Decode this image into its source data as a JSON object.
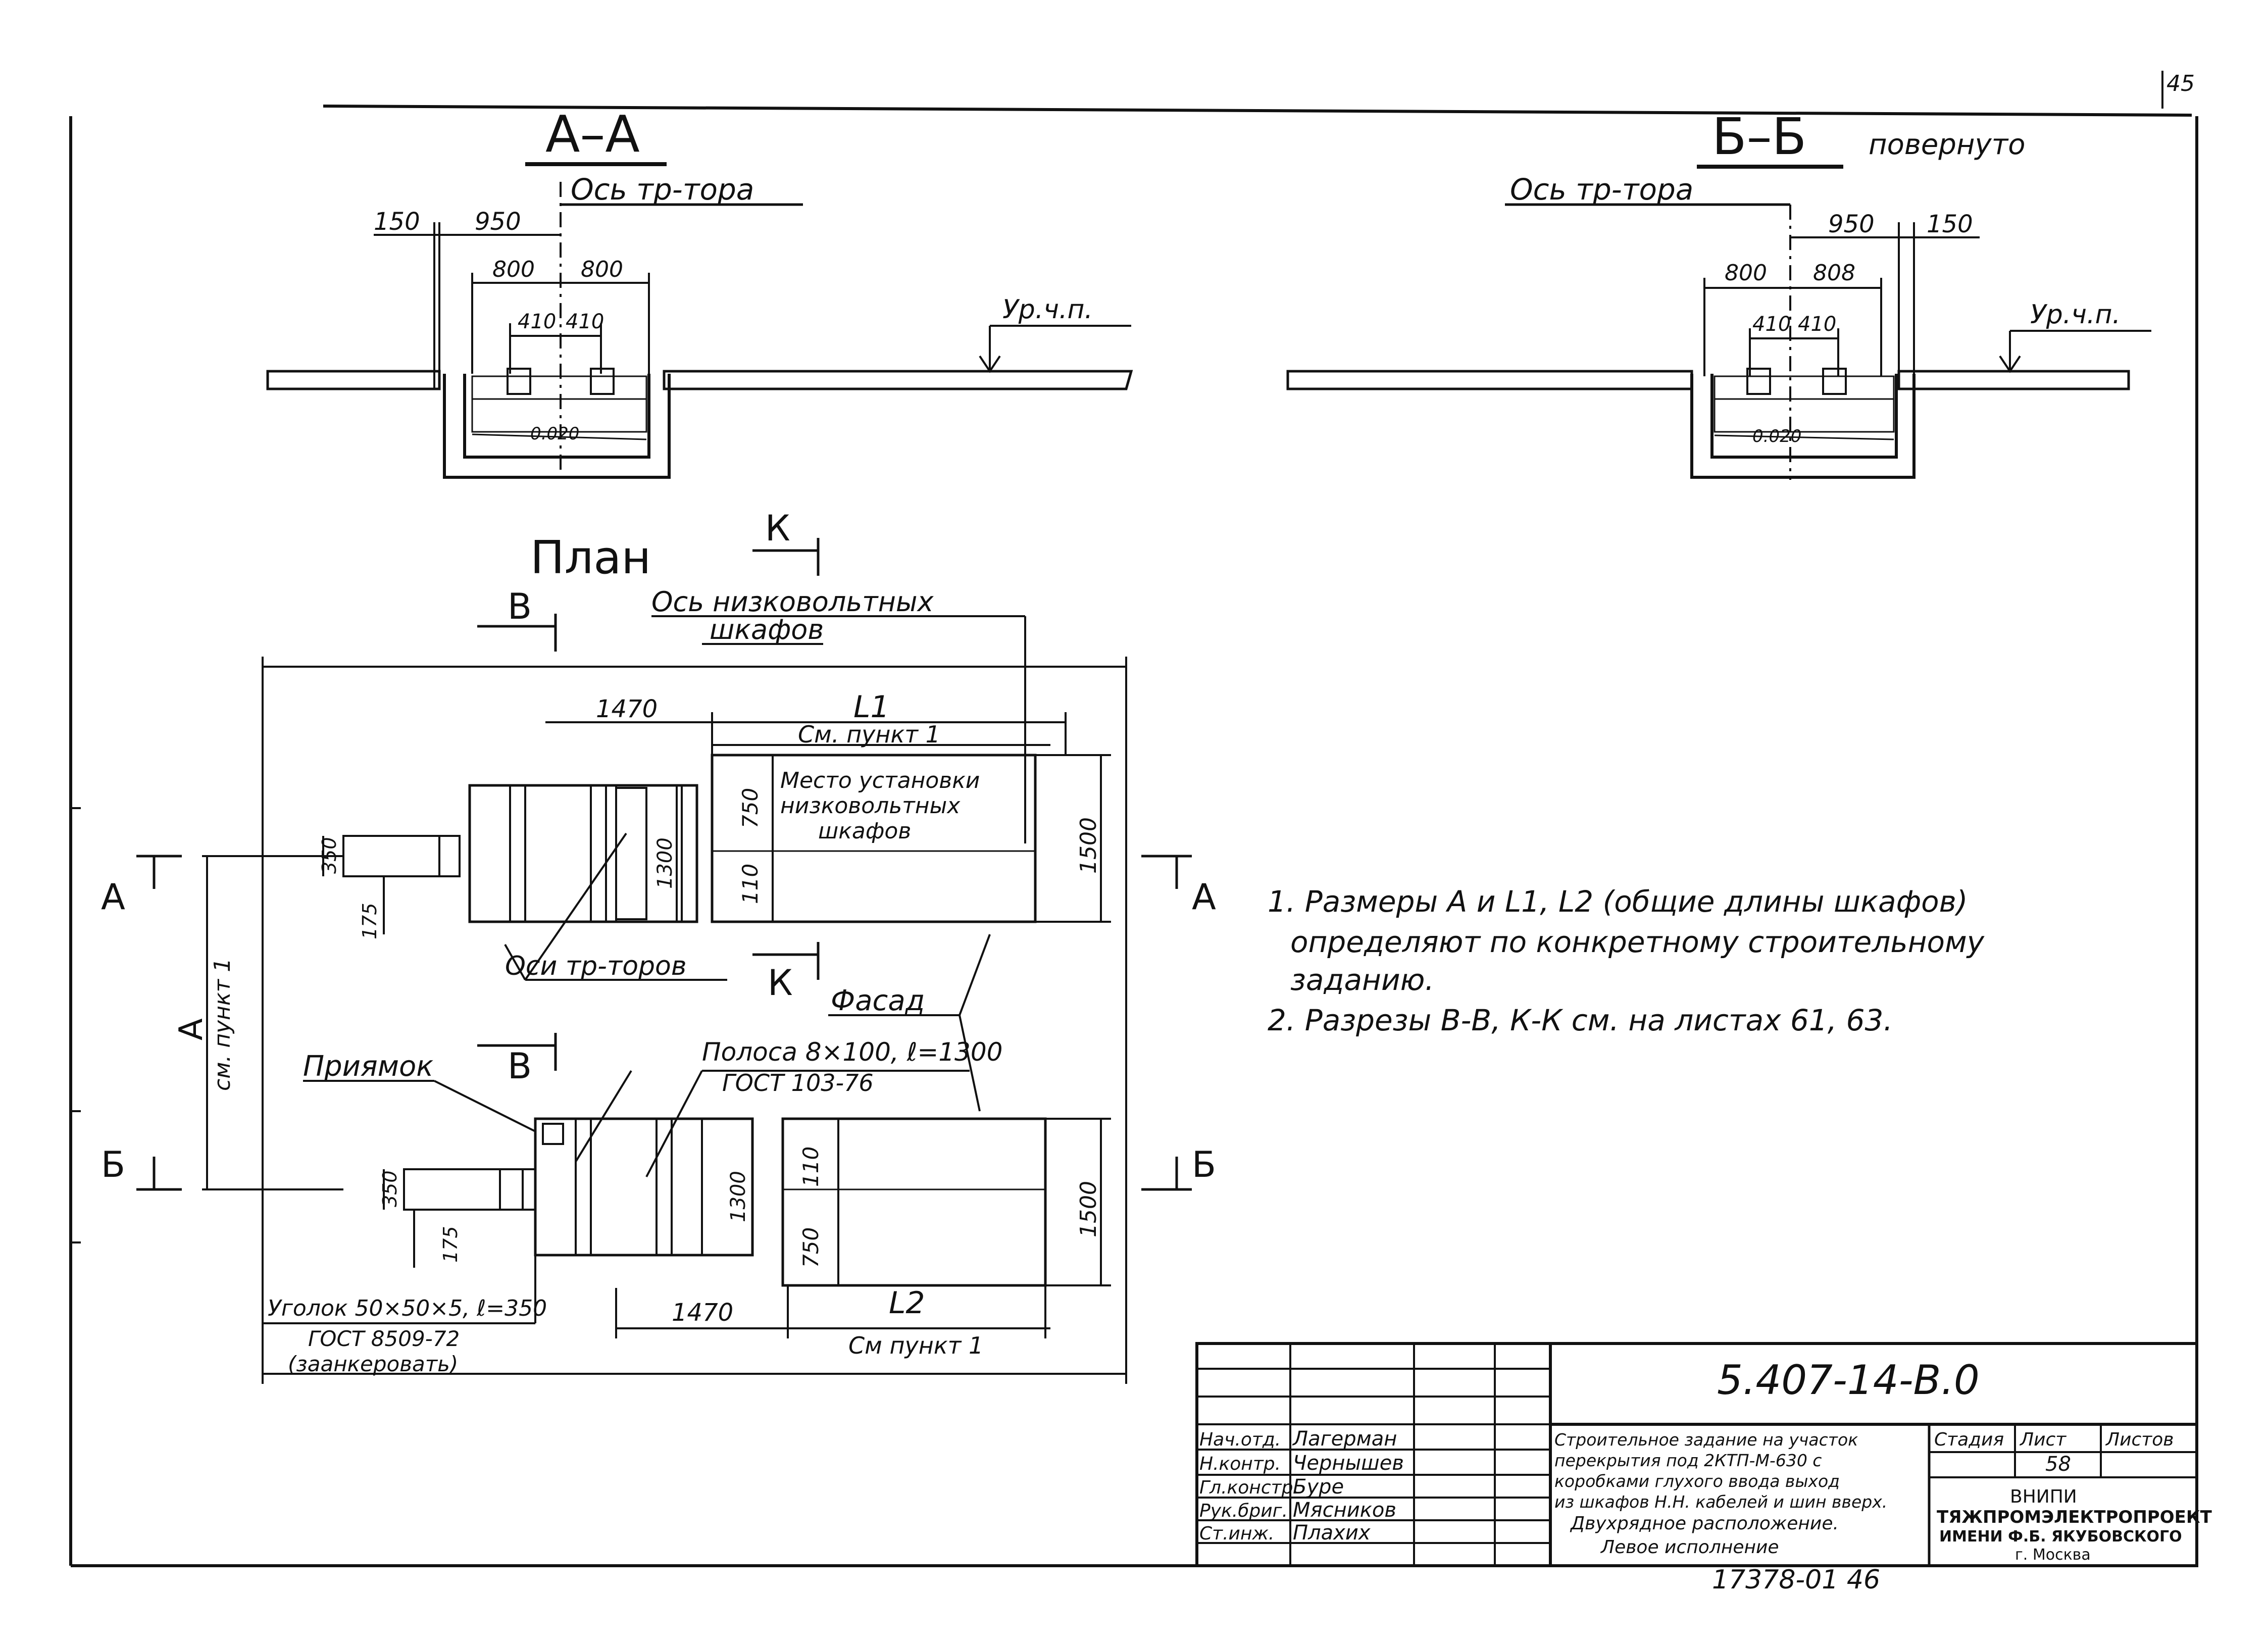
{
  "page_number": "45",
  "sections": {
    "aa": {
      "title": "А–А",
      "axis_label": "Ось тр-тора",
      "dims": {
        "d150": "150",
        "d950": "950",
        "d800a": "800",
        "d800b": "800",
        "d410a": "410",
        "d410b": "410"
      },
      "level_label": "Ур.ч.п.",
      "slope": "0.020"
    },
    "bb": {
      "title": "Б–Б",
      "suffix": "повернуто",
      "axis_label": "Ось тр-тора",
      "dims": {
        "d950": "950",
        "d150": "150",
        "d800a": "800",
        "d800b": "808",
        "d410a": "410",
        "d410b": "410"
      },
      "level_label": "Ур.ч.п.",
      "slope": "0.020"
    }
  },
  "plan": {
    "title": "План",
    "cut_labels": {
      "k": "К",
      "v": "В",
      "a": "А",
      "b": "Б"
    },
    "axis_lv_line1": "Ось низковольтных",
    "axis_lv_line2": "шкафов",
    "dim_1470": "1470",
    "l1": "L1",
    "see_p1": "См. пункт 1",
    "place_line1": "Место установки",
    "place_line2": "низковольтных",
    "place_line3": "шкафов",
    "d750": "750",
    "d110": "110",
    "d1500": "1500",
    "d1300": "1300",
    "d350": "350",
    "d175": "175",
    "axes_label": "Оси тр-торов",
    "facade": "Фасад",
    "a_label": "А",
    "a_sub": "см. пункт 1",
    "pit": "Приямок",
    "strip_line1": "Полоса 8×100, ℓ=1300",
    "strip_line2": "ГОСТ 103-76",
    "angle_line1": "Уголок 50×50×5, ℓ=350",
    "angle_line2": "ГОСТ 8509-72",
    "angle_line3": "(заанкеровать)",
    "l2": "L2",
    "see_p1b": "См пункт 1",
    "dim_1470b": "1470"
  },
  "notes": [
    "1. Размеры А и L1, L2 (общие длины шкафов)",
    "определяют по конкретному строительному",
    "заданию.",
    "2. Разрезы В-В, К-К см. на листах 61, 63."
  ],
  "title_block": {
    "doc_code": "5.407-14-В.0",
    "roles": [
      "Нач.отд.",
      "Н.контр.",
      "Гл.констр.",
      "Рук.бриг.",
      "Ст.инж."
    ],
    "names": [
      "Лагерман",
      "Чернышев",
      "Буре",
      "Мясников",
      "Плахих"
    ],
    "desc": [
      "Строительное задание на участок",
      "перекрытия под 2КТП-М-630 с",
      "коробками глухого ввода выход",
      "из шкафов Н.Н. кабелей и шин вверх.",
      "Двухрядное расположение.",
      "Левое исполнение"
    ],
    "stage_label": "Стадия",
    "sheet_label": "Лист",
    "sheets_label": "Листов",
    "sheet_no": "58",
    "org_line1": "ВНИПИ",
    "org_line2": "ТЯЖПРОМЭЛЕКТРОПРОЕКТ",
    "org_line3": "ИМЕНИ Ф.Б. ЯКУБОВСКОГО",
    "org_line4": "г. Москва",
    "footer": "17378-01   46"
  }
}
